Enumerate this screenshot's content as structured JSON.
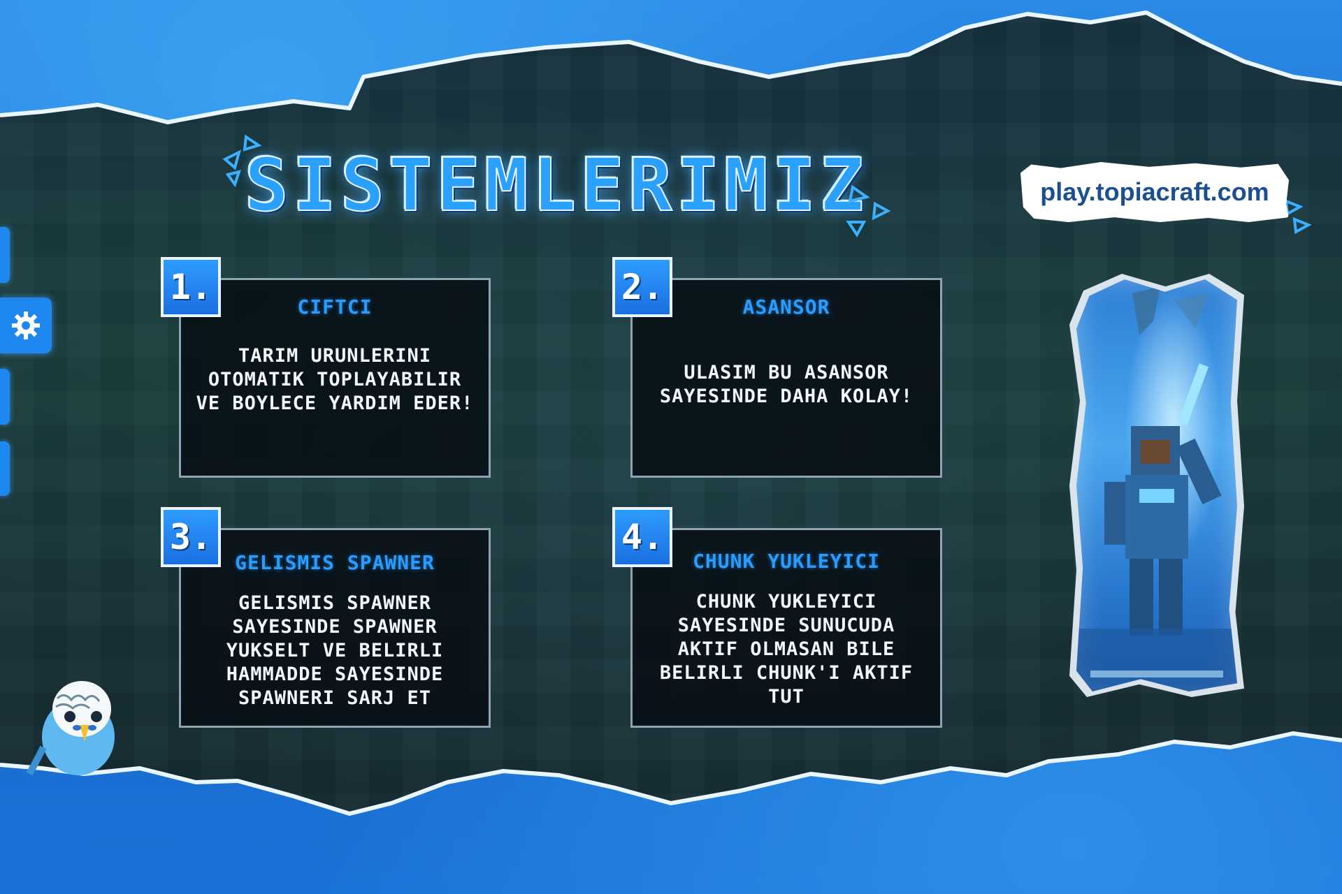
{
  "title": "SISTEMLERIMIZ",
  "domain": "play.topiacraft.com",
  "icons": {
    "settings": "gear-icon",
    "mascot": "budgie-icon",
    "decor": "triangle-icon"
  },
  "colors": {
    "accent": "#2a9cff",
    "background_blue": "#1a6fd0",
    "card_background": "#060c12",
    "card_border": "#8fa3b4",
    "text": "#f4f7fa"
  },
  "cards": [
    {
      "number": "1.",
      "title": "CIFTCI",
      "body": "TARIM URUNLERINI OTOMATIK TOPLAYABILIR VE BOYLECE YARDIM EDER!"
    },
    {
      "number": "2.",
      "title": "ASANSOR",
      "body": "ULASIM BU ASANSOR SAYESINDE DAHA KOLAY!"
    },
    {
      "number": "3.",
      "title": "GELISMIS SPAWNER",
      "body": "GELISMIS SPAWNER SAYESINDE SPAWNER YUKSELT VE BELIRLI HAMMADDE SAYESINDE SPAWNERI SARJ ET"
    },
    {
      "number": "4.",
      "title": "CHUNK YUKLEYICI",
      "body": "CHUNK YUKLEYICI SAYESINDE SUNUCUDA AKTIF OLMASAN BILE BELIRLI CHUNK'I AKTIF TUT"
    }
  ]
}
